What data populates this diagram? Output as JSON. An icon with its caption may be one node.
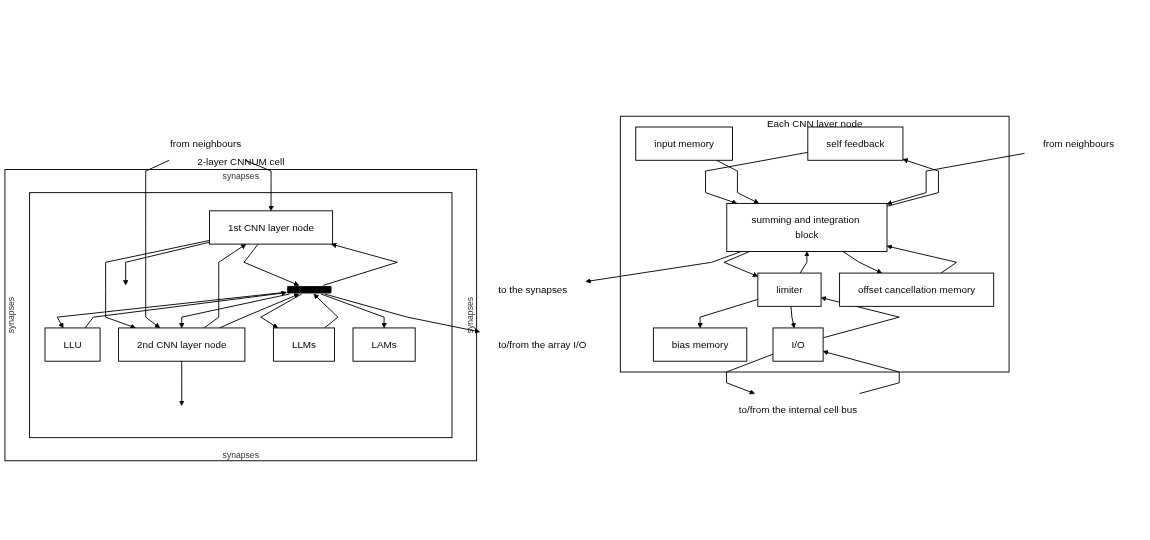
{
  "diagram": {
    "nodes": [
      {
        "text": [
          "2-layer CNNUM cell",
          "synapses",
          "synapses",
          "synapses",
          "synapses"
        ]
      },
      {
        "text": [],
        "shape": "box",
        "in": 0
      },
      {
        "text": [
          "1st CNN layer node"
        ],
        "in": 1
      },
      {
        "text": [
          "LLU"
        ],
        "in": 1
      },
      {
        "text": [
          "2nd CNN layer node"
        ],
        "in": 1
      },
      {
        "text": [
          "LLMs"
        ],
        "in": 1
      },
      {
        "text": [
          "LAMs"
        ],
        "in": 1
      },
      {
        "text": [],
        "shape": "bar",
        "in": 1
      },
      {
        "text": [
          "to/from the array I/O"
        ]
      },
      {
        "text": [
          "from neighbours"
        ]
      },
      {
        "text": [
          "Each CNN layer node"
        ]
      },
      {
        "text": [
          "self feedback"
        ],
        "in": 10
      },
      {
        "text": [
          "input memory"
        ],
        "in": 10
      },
      {
        "text": [
          "bias memory"
        ],
        "in": 10
      },
      {
        "text": [
          "summing and integration block"
        ],
        "in": 10
      },
      {
        "text": [
          "limiter"
        ],
        "in": 10
      },
      {
        "text": [
          "offset cancellation memory"
        ],
        "in": 10
      },
      {
        "text": [
          "I/O"
        ],
        "in": 10
      },
      {
        "text": [
          "from neighbours"
        ]
      },
      {
        "text": [
          "to the synapses"
        ]
      },
      {
        "text": [
          "to/from the internal cell bus"
        ]
      }
    ],
    "edges": [
      {
        "from": 7,
        "to": 8,
        "arrow": "to"
      },
      {
        "from": 9,
        "to": 2,
        "arrow": "to"
      },
      {
        "from": 2,
        "to": null,
        "arrow": "to"
      },
      {
        "from": 2,
        "to": 7,
        "arrow": "to"
      },
      {
        "from": 7,
        "to": 2,
        "arrow": "to"
      },
      {
        "from": 7,
        "to": 3,
        "arrow": "to"
      },
      {
        "from": 3,
        "to": 7,
        "arrow": "to"
      },
      {
        "from": 2,
        "to": 4,
        "arrow": "to"
      },
      {
        "from": 4,
        "to": 2,
        "arrow": "to"
      },
      {
        "from": 9,
        "to": 4,
        "arrow": "to"
      },
      {
        "from": 4,
        "to": null,
        "arrow": "to"
      },
      {
        "from": 4,
        "to": 7,
        "arrow": "to"
      },
      {
        "from": 7,
        "to": 4,
        "arrow": "to"
      },
      {
        "from": 7,
        "to": 5,
        "arrow": "to"
      },
      {
        "from": 5,
        "to": 7,
        "arrow": "to"
      },
      {
        "from": 7,
        "to": 6,
        "arrow": "to"
      },
      {
        "from": 14,
        "to": 11,
        "arrow": "to"
      },
      {
        "from": 11,
        "to": 14,
        "arrow": "to"
      },
      {
        "from": 12,
        "to": 14,
        "arrow": "to"
      },
      {
        "from": 15,
        "to": 13,
        "arrow": "to"
      },
      {
        "from": 18,
        "to": 14,
        "arrow": "to"
      },
      {
        "from": 14,
        "to": 19,
        "arrow": "to"
      },
      {
        "from": 14,
        "to": 15,
        "arrow": "to"
      },
      {
        "from": 15,
        "to": 14,
        "arrow": "to"
      },
      {
        "from": 16,
        "to": 14,
        "arrow": "to"
      },
      {
        "from": 14,
        "to": 16,
        "arrow": "to"
      },
      {
        "from": 17,
        "to": 15,
        "arrow": "to"
      },
      {
        "from": 15,
        "to": 17,
        "arrow": "to"
      },
      {
        "from": 17,
        "to": 20,
        "arrow": "to"
      },
      {
        "from": 20,
        "to": 17,
        "arrow": "to"
      }
    ]
  }
}
